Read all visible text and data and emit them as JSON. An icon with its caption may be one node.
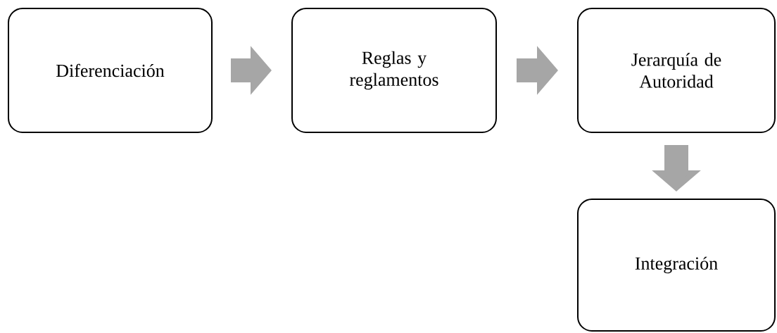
{
  "diagram": {
    "nodes": [
      {
        "text": [
          "Diferenciación"
        ]
      },
      {
        "text": [
          "Reglas y reglamentos"
        ]
      },
      {
        "text": [
          "Jerarquía de Autoridad"
        ]
      },
      {
        "text": [
          "Integración"
        ]
      }
    ],
    "edges": [
      {
        "from": 0,
        "to": 1,
        "arrow": "to"
      },
      {
        "from": 1,
        "to": 2,
        "arrow": "to"
      },
      {
        "from": 2,
        "to": 3,
        "arrow": "to"
      }
    ]
  }
}
